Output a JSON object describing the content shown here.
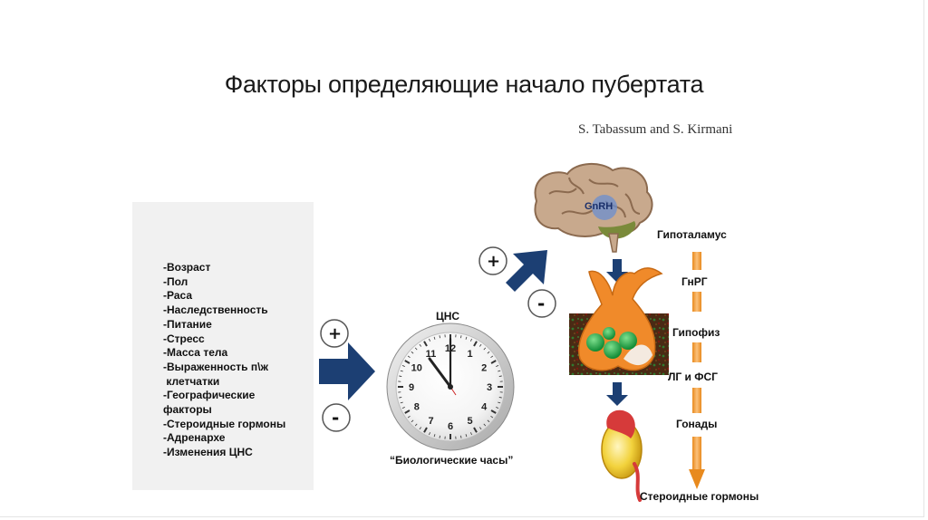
{
  "title": "Факторы определяющие начало пубертата",
  "credit": "S. Tabassum and S. Kirmani",
  "factors": [
    "-Возраст",
    "-Пол",
    "-Раса",
    "-Наследственность",
    "-Питание",
    "-Стресс",
    "-Масса тела",
    "-Выраженность п\\ж",
    " клетчатки",
    "-Географические",
    "факторы",
    "-Стероидные гормоны",
    "-Адренархе",
    "-Изменения ЦНС"
  ],
  "signs": {
    "plus": "+",
    "minus": "-"
  },
  "cns_label": "ЦНС",
  "clock": {
    "caption": "“Биологические часы”",
    "numbers": [
      "12",
      "1",
      "2",
      "3",
      "4",
      "5",
      "6",
      "7",
      "8",
      "9",
      "10",
      "11"
    ]
  },
  "brain_label": "GnRH",
  "axis": {
    "hypothalamus": "Гипоталамус",
    "gnrg": "ГнРГ",
    "pituitary": "Гипофиз",
    "lh_fsh": "ЛГ и ФСГ",
    "gonads": "Гонады",
    "steroids": "Стероидные гормоны"
  },
  "colors": {
    "arrow_blue": "#1c3f73",
    "axis_orange": "#f6a13a",
    "pituitary_orange": "#f08a2a",
    "gonad_yellow": "#f2d23c",
    "gonad_red": "#d63a3a",
    "green_cells": "#1aa848",
    "brain": "#c8a98d"
  }
}
